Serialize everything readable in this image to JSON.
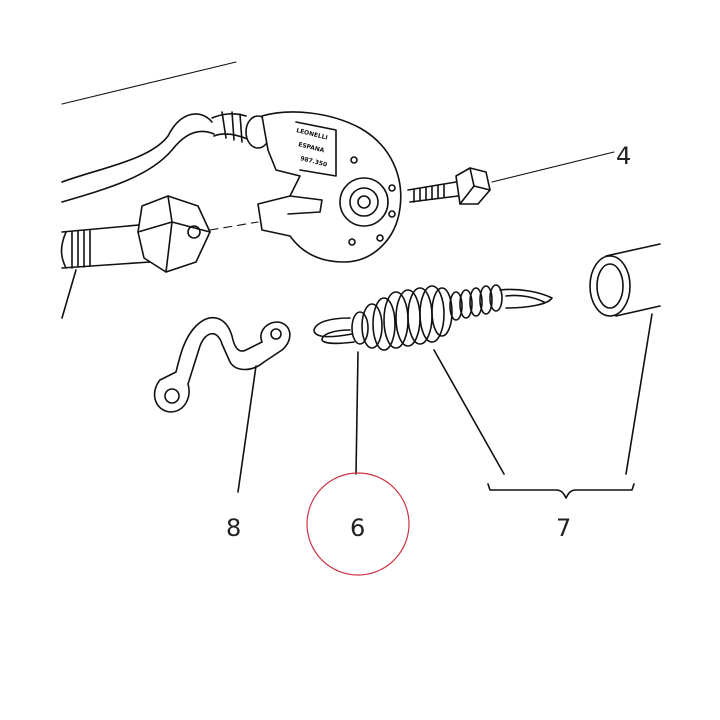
{
  "diagram": {
    "callouts": [
      {
        "id": "4",
        "label": "4"
      },
      {
        "id": "6",
        "label": "6"
      },
      {
        "id": "7",
        "label": "7"
      },
      {
        "id": "8",
        "label": "8"
      }
    ],
    "part_markings": {
      "brand": "LEONELLI",
      "origin": "ESPANA",
      "code": "987.350"
    },
    "highlight_color": "#cc3344"
  }
}
